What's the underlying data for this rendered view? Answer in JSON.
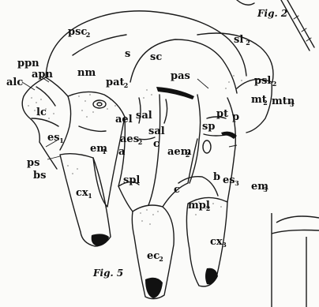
{
  "figure": {
    "fig2_label": "Fig. 2",
    "fig5_label": "Fig. 5"
  },
  "labels": [
    {
      "id": "psc2",
      "base": "psc",
      "sub": "2"
    },
    {
      "id": "s",
      "base": "s",
      "sub": ""
    },
    {
      "id": "sc",
      "base": "sc",
      "sub": ""
    },
    {
      "id": "sl2",
      "base": "sl",
      "sub": "2"
    },
    {
      "id": "ppn",
      "base": "ppn",
      "sub": ""
    },
    {
      "id": "apn",
      "base": "apn",
      "sub": ""
    },
    {
      "id": "nm",
      "base": "nm",
      "sub": ""
    },
    {
      "id": "pat2",
      "base": "pat",
      "sub": "2"
    },
    {
      "id": "pas",
      "base": "pas",
      "sub": ""
    },
    {
      "id": "psl2",
      "base": "psl",
      "sub": "2"
    },
    {
      "id": "alc",
      "base": "alc",
      "sub": ""
    },
    {
      "id": "mt2",
      "base": "mt",
      "sub": "2"
    },
    {
      "id": "mtn3",
      "base": "mtn",
      "sub": "3"
    },
    {
      "id": "lc",
      "base": "lc",
      "sub": ""
    },
    {
      "id": "ael",
      "base": "ael",
      "sub": ""
    },
    {
      "id": "sal1",
      "base": "sal",
      "sub": ""
    },
    {
      "id": "pt",
      "base": "pt",
      "sub": ""
    },
    {
      "id": "p",
      "base": "p",
      "sub": ""
    },
    {
      "id": "sal2",
      "base": "sal",
      "sub": ""
    },
    {
      "id": "sp",
      "base": "sp",
      "sub": ""
    },
    {
      "id": "aes2",
      "base": "aes",
      "sub": "2"
    },
    {
      "id": "es1",
      "base": "es",
      "sub": "1"
    },
    {
      "id": "c1",
      "base": "c",
      "sub": ""
    },
    {
      "id": "em1",
      "base": "em",
      "sub": "1"
    },
    {
      "id": "a",
      "base": "a",
      "sub": ""
    },
    {
      "id": "aem2",
      "base": "aem",
      "sub": "2"
    },
    {
      "id": "ps",
      "base": "ps",
      "sub": ""
    },
    {
      "id": "bs",
      "base": "bs",
      "sub": ""
    },
    {
      "id": "spl",
      "base": "spl",
      "sub": ""
    },
    {
      "id": "b",
      "base": "b",
      "sub": ""
    },
    {
      "id": "es3",
      "base": "es",
      "sub": "3"
    },
    {
      "id": "em3",
      "base": "em",
      "sub": "3"
    },
    {
      "id": "c2",
      "base": "c",
      "sub": ""
    },
    {
      "id": "cx1",
      "base": "cx",
      "sub": "1"
    },
    {
      "id": "mpl2",
      "base": "mpl",
      "sub": "2"
    },
    {
      "id": "cx3",
      "base": "cx",
      "sub": "3"
    },
    {
      "id": "ec2",
      "base": "ec",
      "sub": "2"
    }
  ]
}
